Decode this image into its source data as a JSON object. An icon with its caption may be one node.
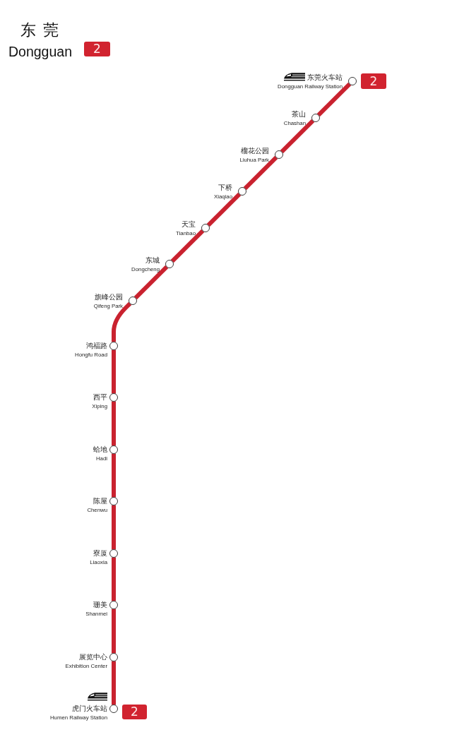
{
  "diagram": {
    "title": "东莞",
    "nodes": [
      {
        "text": [
          "2"
        ]
      },
      {
        "text": [],
        "shape": "circle",
        "beside": [
          "东莞火车站",
          "Dongguan Railway Station"
        ]
      },
      {
        "text": [
          "2"
        ]
      },
      {
        "text": [],
        "shape": "circle",
        "beside": [
          "茶山",
          "Chashan"
        ]
      },
      {
        "text": [],
        "shape": "circle",
        "beside": [
          "榴花公园",
          "Liuhua Park"
        ]
      },
      {
        "text": [],
        "shape": "circle",
        "beside": [
          "下桥",
          "Xiaqiao"
        ]
      },
      {
        "text": [],
        "shape": "circle",
        "beside": [
          "天宝",
          "Tianbao"
        ]
      },
      {
        "text": [],
        "shape": "circle",
        "beside": [
          "东城",
          "Dongcheng"
        ]
      },
      {
        "text": [],
        "shape": "circle",
        "beside": [
          "旗峰公园",
          "Qifeng Park"
        ]
      },
      {
        "text": [],
        "shape": "circle",
        "beside": [
          "鸿福路",
          "Hongfu Road"
        ]
      },
      {
        "text": [],
        "shape": "circle",
        "beside": [
          "西平",
          "Xiping"
        ]
      },
      {
        "text": [],
        "shape": "circle",
        "beside": [
          "蛤地",
          "Hadi"
        ]
      },
      {
        "text": [],
        "shape": "circle",
        "beside": [
          "陈屋",
          "Chenwu"
        ]
      },
      {
        "text": [],
        "shape": "circle",
        "beside": [
          "寮厦",
          "Liaoxia"
        ]
      },
      {
        "text": [],
        "shape": "circle",
        "beside": [
          "珊美",
          "Shanmei"
        ]
      },
      {
        "text": [],
        "shape": "circle",
        "beside": [
          "展览中心",
          "Exhibition Center"
        ]
      },
      {
        "text": [],
        "shape": "circle",
        "beside": [
          "虎门火车站",
          "Humen Railway Station"
        ]
      },
      {
        "text": [
          "2"
        ]
      }
    ],
    "edges": [
      {
        "from": 1,
        "to": 3,
        "arrow": "none"
      },
      {
        "from": 3,
        "to": 4,
        "arrow": "none"
      },
      {
        "from": 4,
        "to": 5,
        "arrow": "none"
      },
      {
        "from": 5,
        "to": 6,
        "arrow": "none"
      },
      {
        "from": 6,
        "to": 7,
        "arrow": "none"
      },
      {
        "from": 7,
        "to": 8,
        "arrow": "none"
      },
      {
        "from": 8,
        "to": 9,
        "arrow": "none"
      },
      {
        "from": 9,
        "to": 10,
        "arrow": "none"
      },
      {
        "from": 10,
        "to": 11,
        "arrow": "none"
      },
      {
        "from": 11,
        "to": 12,
        "arrow": "none"
      },
      {
        "from": 12,
        "to": 13,
        "arrow": "none"
      },
      {
        "from": 13,
        "to": 14,
        "arrow": "none"
      },
      {
        "from": 14,
        "to": 15,
        "arrow": "none"
      },
      {
        "from": 15,
        "to": 16,
        "arrow": "none"
      }
    ],
    "labels": [
      "Dongguan"
    ]
  }
}
